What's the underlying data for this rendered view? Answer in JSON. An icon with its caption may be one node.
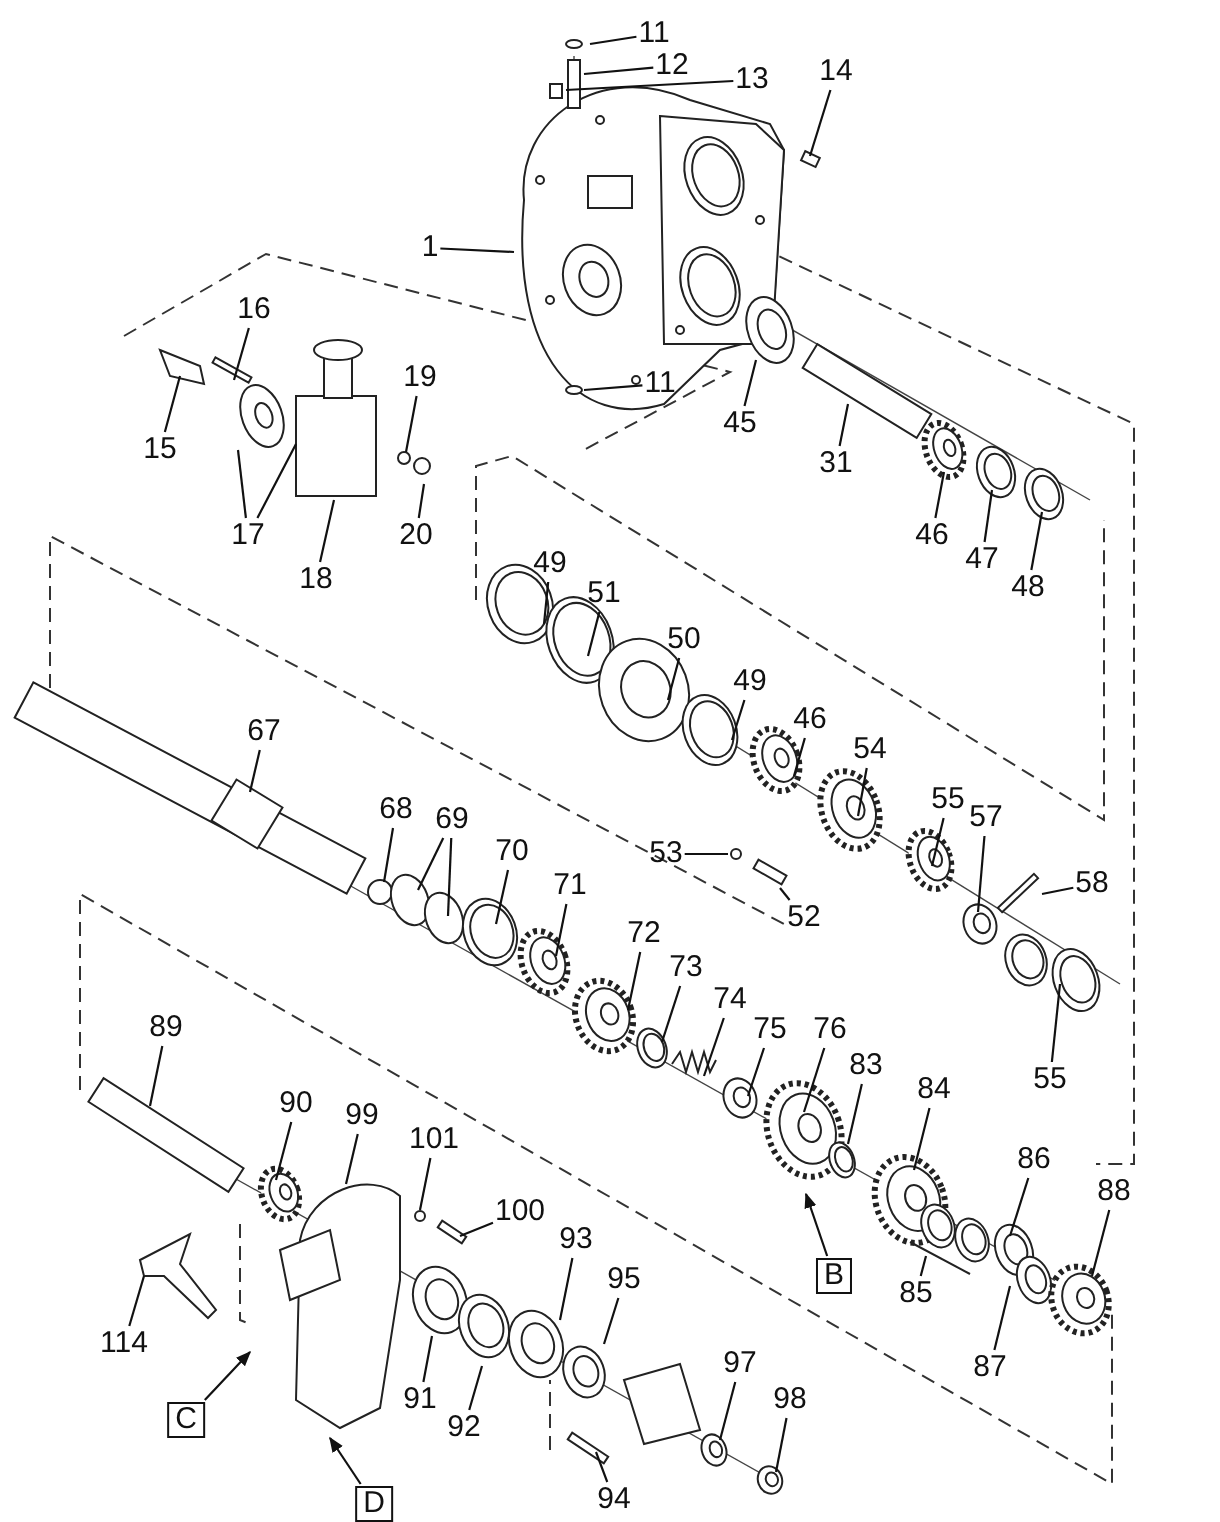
{
  "diagram": {
    "nodes": [
      {
        "text": [
          "11"
        ]
      },
      {
        "text": [
          "12"
        ]
      },
      {
        "text": [
          "13"
        ]
      },
      {
        "text": [
          "14"
        ]
      },
      {
        "text": [
          "1"
        ]
      },
      {
        "text": [
          "11"
        ]
      },
      {
        "text": [
          "16"
        ]
      },
      {
        "text": [
          "15"
        ]
      },
      {
        "text": [
          "19"
        ]
      },
      {
        "text": [
          "17"
        ]
      },
      {
        "text": [
          "18"
        ]
      },
      {
        "text": [
          "20"
        ]
      },
      {
        "text": [
          "45"
        ]
      },
      {
        "text": [
          "31"
        ]
      },
      {
        "text": [
          "46"
        ]
      },
      {
        "text": [
          "47"
        ]
      },
      {
        "text": [
          "48"
        ]
      },
      {
        "text": [
          "49"
        ]
      },
      {
        "text": [
          "51"
        ]
      },
      {
        "text": [
          "50"
        ]
      },
      {
        "text": [
          "49"
        ]
      },
      {
        "text": [
          "46"
        ]
      },
      {
        "text": [
          "54"
        ]
      },
      {
        "text": [
          "67"
        ]
      },
      {
        "text": [
          "53"
        ]
      },
      {
        "text": [
          "55"
        ]
      },
      {
        "text": [
          "57"
        ]
      },
      {
        "text": [
          "58"
        ]
      },
      {
        "text": [
          "52"
        ]
      },
      {
        "text": [
          "68"
        ]
      },
      {
        "text": [
          "69"
        ]
      },
      {
        "text": [
          "70"
        ]
      },
      {
        "text": [
          "71"
        ]
      },
      {
        "text": [
          "72"
        ]
      },
      {
        "text": [
          "73"
        ]
      },
      {
        "text": [
          "74"
        ]
      },
      {
        "text": [
          "75"
        ]
      },
      {
        "text": [
          "76"
        ]
      },
      {
        "text": [
          "55"
        ]
      },
      {
        "text": [
          "83"
        ]
      },
      {
        "text": [
          "84"
        ]
      },
      {
        "text": [
          "86"
        ]
      },
      {
        "text": [
          "88"
        ]
      },
      {
        "text": [
          "89"
        ]
      },
      {
        "text": [
          "90"
        ]
      },
      {
        "text": [
          "99"
        ]
      },
      {
        "text": [
          "101"
        ]
      },
      {
        "text": [
          "100"
        ]
      },
      {
        "text": [
          "93"
        ]
      },
      {
        "text": [
          "95"
        ]
      },
      {
        "text": [
          "B"
        ]
      },
      {
        "text": [
          "85"
        ]
      },
      {
        "text": [
          "87"
        ]
      },
      {
        "text": [
          "114"
        ]
      },
      {
        "text": [
          "91"
        ]
      },
      {
        "text": [
          "92"
        ]
      },
      {
        "text": [
          "C"
        ]
      },
      {
        "text": [
          "97"
        ]
      },
      {
        "text": [
          "98"
        ]
      },
      {
        "text": [
          "94"
        ]
      },
      {
        "text": [
          "D"
        ]
      }
    ],
    "edges": [
      {
        "from": 0,
        "to": null,
        "arrow": "none"
      },
      {
        "from": 1,
        "to": null,
        "arrow": "none"
      },
      {
        "from": 2,
        "to": null,
        "arrow": "none"
      },
      {
        "from": 3,
        "to": null,
        "arrow": "none"
      },
      {
        "from": 4,
        "to": null,
        "arrow": "none"
      },
      {
        "from": 5,
        "to": null,
        "arrow": "none"
      },
      {
        "from": 6,
        "to": null,
        "arrow": "none"
      },
      {
        "from": 7,
        "to": null,
        "arrow": "none"
      },
      {
        "from": 8,
        "to": null,
        "arrow": "none"
      },
      {
        "from": 9,
        "to": null,
        "arrow": "none"
      },
      {
        "from": 9,
        "to": null,
        "arrow": "none"
      },
      {
        "from": 10,
        "to": null,
        "arrow": "none"
      },
      {
        "from": 11,
        "to": null,
        "arrow": "none"
      },
      {
        "from": 12,
        "to": null,
        "arrow": "none"
      },
      {
        "from": 13,
        "to": null,
        "arrow": "none"
      },
      {
        "from": 14,
        "to": null,
        "arrow": "none"
      },
      {
        "from": 15,
        "to": null,
        "arrow": "none"
      },
      {
        "from": 16,
        "to": null,
        "arrow": "none"
      },
      {
        "from": 17,
        "to": null,
        "arrow": "none"
      },
      {
        "from": 18,
        "to": null,
        "arrow": "none"
      },
      {
        "from": 19,
        "to": null,
        "arrow": "none"
      },
      {
        "from": 20,
        "to": null,
        "arrow": "none"
      },
      {
        "from": 21,
        "to": null,
        "arrow": "none"
      },
      {
        "from": 22,
        "to": null,
        "arrow": "none"
      },
      {
        "from": 23,
        "to": null,
        "arrow": "none"
      },
      {
        "from": 24,
        "to": null,
        "arrow": "none"
      },
      {
        "from": 25,
        "to": null,
        "arrow": "none"
      },
      {
        "from": 26,
        "to": null,
        "arrow": "none"
      },
      {
        "from": 27,
        "to": null,
        "arrow": "none"
      },
      {
        "from": 28,
        "to": null,
        "arrow": "none"
      },
      {
        "from": 29,
        "to": null,
        "arrow": "none"
      },
      {
        "from": 30,
        "to": null,
        "arrow": "none"
      },
      {
        "from": 30,
        "to": null,
        "arrow": "none"
      },
      {
        "from": 31,
        "to": null,
        "arrow": "none"
      },
      {
        "from": 32,
        "to": null,
        "arrow": "none"
      },
      {
        "from": 33,
        "to": null,
        "arrow": "none"
      },
      {
        "from": 34,
        "to": null,
        "arrow": "none"
      },
      {
        "from": 35,
        "to": null,
        "arrow": "none"
      },
      {
        "from": 36,
        "to": null,
        "arrow": "none"
      },
      {
        "from": 37,
        "to": null,
        "arrow": "none"
      },
      {
        "from": 38,
        "to": null,
        "arrow": "none"
      },
      {
        "from": 39,
        "to": null,
        "arrow": "none"
      },
      {
        "from": 40,
        "to": null,
        "arrow": "none"
      },
      {
        "from": 41,
        "to": null,
        "arrow": "none"
      },
      {
        "from": 42,
        "to": null,
        "arrow": "none"
      },
      {
        "from": 43,
        "to": null,
        "arrow": "none"
      },
      {
        "from": 44,
        "to": null,
        "arrow": "none"
      },
      {
        "from": 45,
        "to": null,
        "arrow": "none"
      },
      {
        "from": 46,
        "to": null,
        "arrow": "none"
      },
      {
        "from": 47,
        "to": null,
        "arrow": "none"
      },
      {
        "from": 48,
        "to": null,
        "arrow": "none"
      },
      {
        "from": 49,
        "to": null,
        "arrow": "none"
      },
      {
        "from": 50,
        "to": null,
        "arrow": "to"
      },
      {
        "from": 51,
        "to": null,
        "arrow": "none"
      },
      {
        "from": 52,
        "to": null,
        "arrow": "none"
      },
      {
        "from": 53,
        "to": null,
        "arrow": "none"
      },
      {
        "from": 54,
        "to": null,
        "arrow": "none"
      },
      {
        "from": 55,
        "to": null,
        "arrow": "none"
      },
      {
        "from": 56,
        "to": null,
        "arrow": "to"
      },
      {
        "from": 57,
        "to": null,
        "arrow": "none"
      },
      {
        "from": 58,
        "to": null,
        "arrow": "none"
      },
      {
        "from": 59,
        "to": null,
        "arrow": "none"
      },
      {
        "from": 60,
        "to": null,
        "arrow": "to"
      }
    ]
  }
}
